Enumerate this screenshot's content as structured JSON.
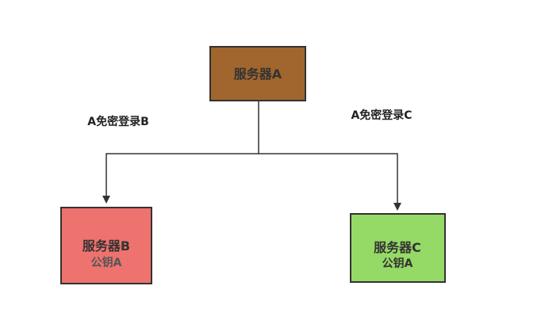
{
  "nodes": {
    "server_a": {
      "title": "服务器A",
      "fill": "#A0662D"
    },
    "server_b": {
      "title": "服务器B",
      "subtitle": "公钥A",
      "fill": "#EE726E",
      "subtitle_color": "#555555"
    },
    "server_c": {
      "title": "服务器C",
      "subtitle": "公钥A",
      "fill": "#95D966",
      "subtitle_color": "#333333"
    }
  },
  "edges": {
    "a_to_b": {
      "label": "A免密登录B"
    },
    "a_to_c": {
      "label": "A免密登录C"
    }
  },
  "colors": {
    "border": "#333333",
    "line": "#333333"
  }
}
